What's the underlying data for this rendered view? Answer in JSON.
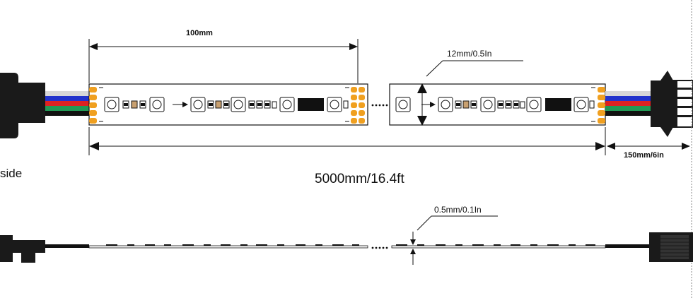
{
  "labels": {
    "segment_length": "100mm",
    "width": "12mm/0.5In",
    "total_length": "5000mm/16.4ft",
    "lead_length": "150mm/6in",
    "thickness": "0.5mm/0.1In",
    "side_fragment": "side"
  },
  "colors": {
    "wire_white": "#d8d8d8",
    "wire_blue": "#2233cc",
    "wire_red": "#dd2222",
    "wire_green": "#229955",
    "wire_black": "#111111",
    "solder_pad": "#f0a020",
    "connector": "#1a1a1a",
    "outline": "#111111"
  },
  "icons": {
    "arrow": "arrow-right-icon",
    "led": "led-chip-icon",
    "resistor": "resistor-icon",
    "ic": "ic-chip-icon",
    "connector": "connector-plug-icon"
  }
}
